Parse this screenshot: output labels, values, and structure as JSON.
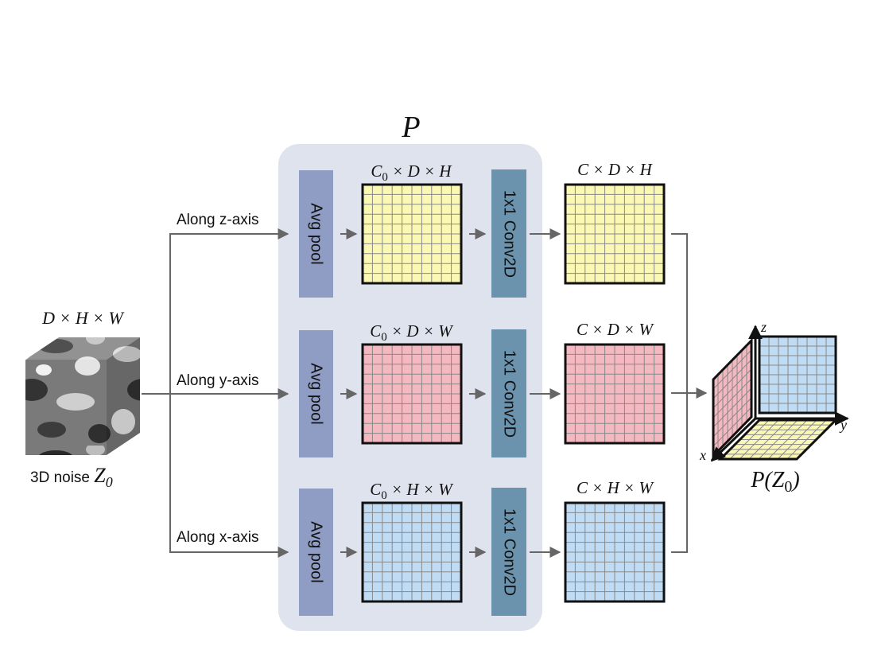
{
  "title": "P",
  "input": {
    "dims": "D × H × W",
    "caption_text": "3D noise ",
    "caption_math": "Z",
    "caption_sub": "0"
  },
  "branches": [
    {
      "axis_label": "Along z-axis",
      "pool_label": "Avg pool",
      "mid_dims_pre": "C",
      "mid_dims_sub": "0",
      "mid_dims_post": " × D × H",
      "conv_label": "1x1 Conv2D",
      "out_dims": "C × D × H",
      "color": "#fbf8b4"
    },
    {
      "axis_label": "Along y-axis",
      "pool_label": "Avg pool",
      "mid_dims_pre": "C",
      "mid_dims_sub": "0",
      "mid_dims_post": " × D × W",
      "conv_label": "1x1 Conv2D",
      "out_dims": "C × D × W",
      "color": "#f4b8c0"
    },
    {
      "axis_label": "Along x-axis",
      "pool_label": "Avg pool",
      "mid_dims_pre": "C",
      "mid_dims_sub": "0",
      "mid_dims_post": " × H × W",
      "conv_label": "1x1 Conv2D",
      "out_dims": "C × H × W",
      "color": "#c0dcf4"
    }
  ],
  "output": {
    "axis_z": "z",
    "axis_y": "y",
    "axis_x": "x",
    "caption_pre": "P(Z",
    "caption_sub": "0",
    "caption_post": ")"
  },
  "colors": {
    "panel": "#dfe3ee",
    "pool_box": "#8f9cc4",
    "conv_box": "#6b93ad",
    "arrow": "#666666",
    "grid_line": "#888888"
  }
}
